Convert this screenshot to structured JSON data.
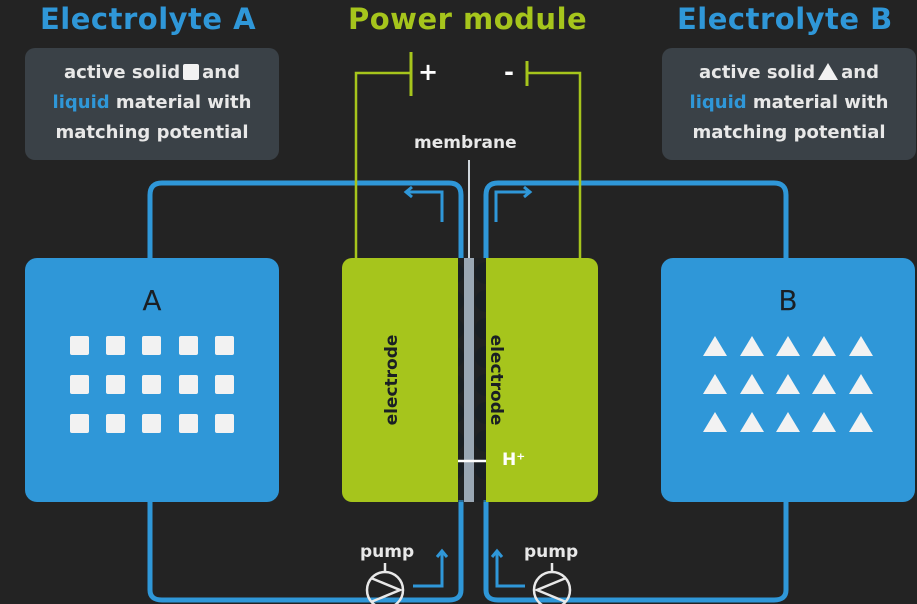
{
  "titles": {
    "electrolyte_a": "Electrolyte A",
    "power_module": "Power module",
    "electrolyte_b": "Electrolyte B"
  },
  "info_a": {
    "line1_pre": "active solid",
    "line1_post": "and",
    "line2_highlight": "liquid",
    "line2_rest": "material with",
    "line3": "matching potential"
  },
  "info_b": {
    "line1_pre": "active solid",
    "line1_post": "and",
    "line2_highlight": "liquid",
    "line2_rest": "material with",
    "line3": "matching potential"
  },
  "terminals": {
    "positive": "+",
    "negative": "-"
  },
  "membrane_label": "membrane",
  "tank_a_label": "A",
  "tank_b_label": "B",
  "electrode_left": "electrode",
  "electrode_right": "electrode",
  "proton_label": "H⁺",
  "pump_left": "pump",
  "pump_right": "pump",
  "colors": {
    "electrolyte_blue": "#2f97d8",
    "power_green": "#a6c51c",
    "background": "#232323",
    "membrane": "#9aa7b4"
  },
  "icons": {
    "tank_a_particle": "white-square",
    "tank_b_particle": "white-triangle",
    "pump": "pump-symbol-icon"
  }
}
